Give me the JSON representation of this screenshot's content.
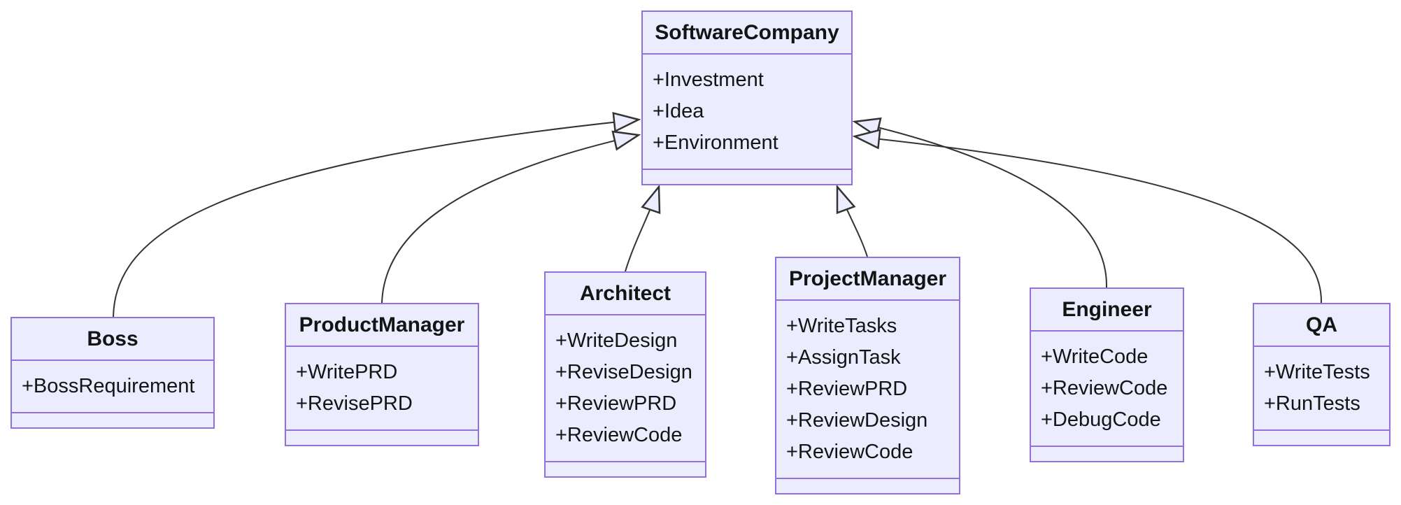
{
  "diagram": {
    "type": "uml-class-diagram",
    "background_color": "#ffffff",
    "node_fill_color": "#ececff",
    "node_border_color": "#9370db",
    "edge_color": "#333333",
    "text_color": "#141414",
    "classes": [
      {
        "name": "SoftwareCompany",
        "attributes": [
          "+Investment",
          "+Idea",
          "+Environment"
        ],
        "methods": []
      },
      {
        "name": "Boss",
        "attributes": [
          "+BossRequirement"
        ],
        "methods": []
      },
      {
        "name": "ProductManager",
        "attributes": [
          "+WritePRD",
          "+RevisePRD"
        ],
        "methods": []
      },
      {
        "name": "Architect",
        "attributes": [
          "+WriteDesign",
          "+ReviseDesign",
          "+ReviewPRD",
          "+ReviewCode"
        ],
        "methods": []
      },
      {
        "name": "ProjectManager",
        "attributes": [
          "+WriteTasks",
          "+AssignTask",
          "+ReviewPRD",
          "+ReviewDesign",
          "+ReviewCode"
        ],
        "methods": []
      },
      {
        "name": "Engineer",
        "attributes": [
          "+WriteCode",
          "+ReviewCode",
          "+DebugCode"
        ],
        "methods": []
      },
      {
        "name": "QA",
        "attributes": [
          "+WriteTests",
          "+RunTests"
        ],
        "methods": []
      }
    ],
    "relations": [
      {
        "from": "Boss",
        "to": "SoftwareCompany",
        "type": "inheritance",
        "arrowhead": "hollow-triangle"
      },
      {
        "from": "ProductManager",
        "to": "SoftwareCompany",
        "type": "inheritance",
        "arrowhead": "hollow-triangle"
      },
      {
        "from": "Architect",
        "to": "SoftwareCompany",
        "type": "inheritance",
        "arrowhead": "hollow-triangle"
      },
      {
        "from": "ProjectManager",
        "to": "SoftwareCompany",
        "type": "inheritance",
        "arrowhead": "hollow-triangle"
      },
      {
        "from": "Engineer",
        "to": "SoftwareCompany",
        "type": "inheritance",
        "arrowhead": "hollow-triangle"
      },
      {
        "from": "QA",
        "to": "SoftwareCompany",
        "type": "inheritance",
        "arrowhead": "hollow-triangle"
      }
    ]
  }
}
